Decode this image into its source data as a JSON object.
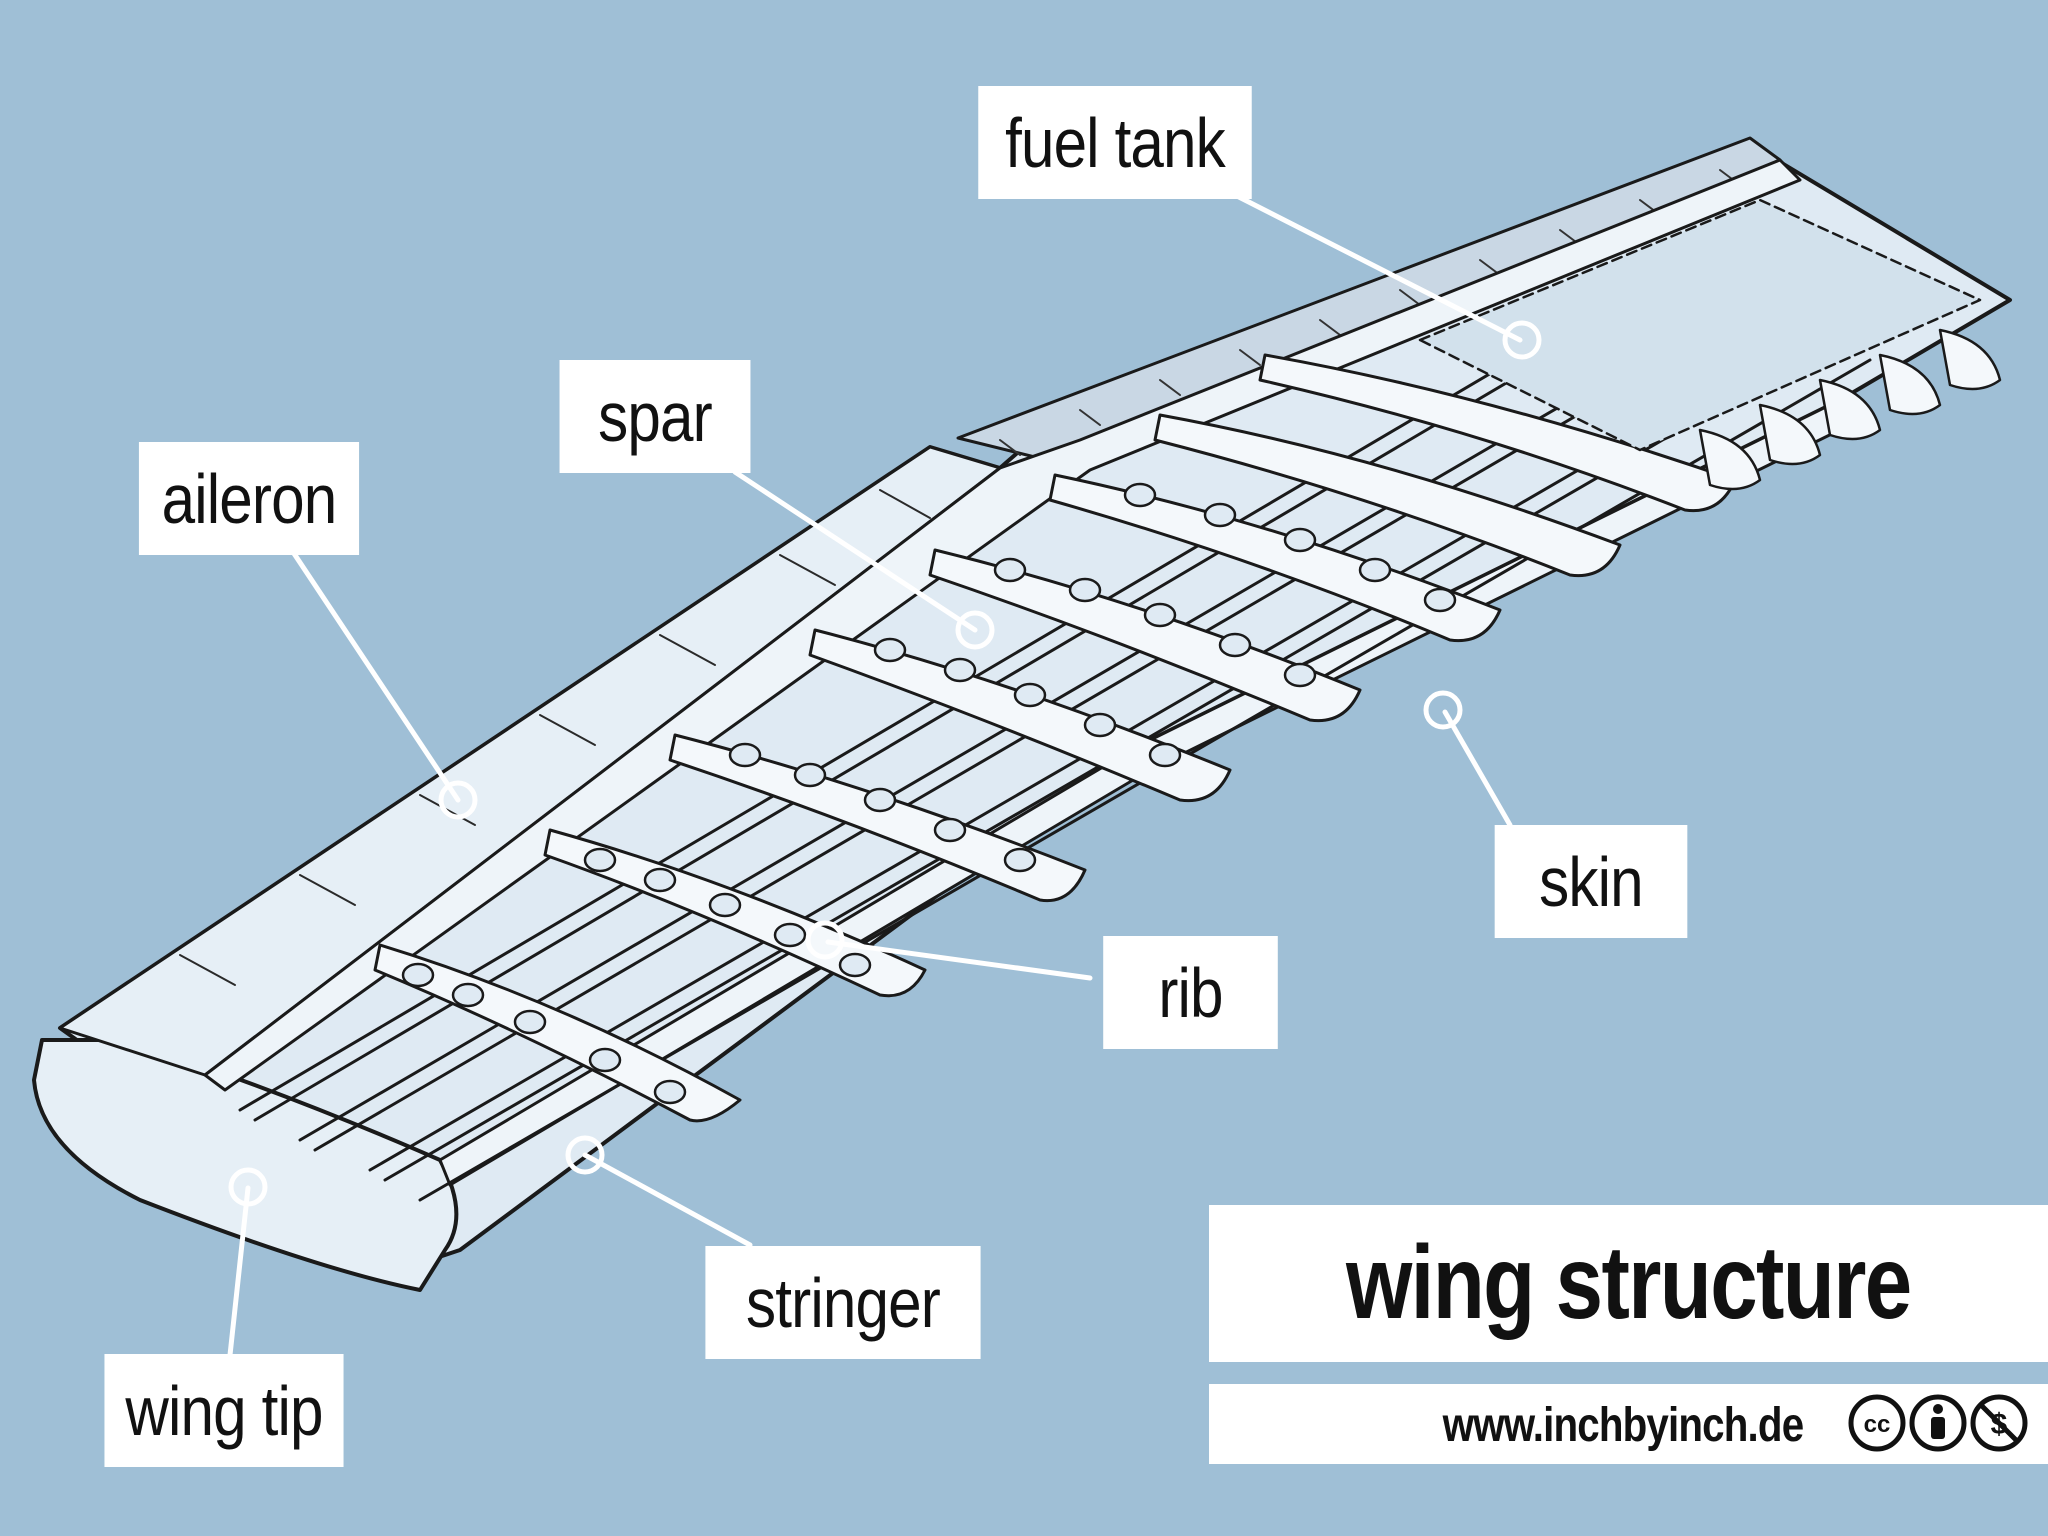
{
  "title": "wing structure",
  "website": "www.inchbyinch.de",
  "license_icons": [
    "creative-commons-icon",
    "attribution-icon",
    "noncommercial-icon"
  ],
  "license_letters": "cc",
  "labels": {
    "fuel_tank": "fuel tank",
    "spar": "spar",
    "aileron": "aileron",
    "skin": "skin",
    "rib": "rib",
    "stringer": "stringer",
    "wing_tip": "wing tip"
  },
  "colors": {
    "background": "#9fbfd6",
    "panel": "#ffffff",
    "ink": "#111111",
    "wing_fill": "#dfeaf3"
  }
}
